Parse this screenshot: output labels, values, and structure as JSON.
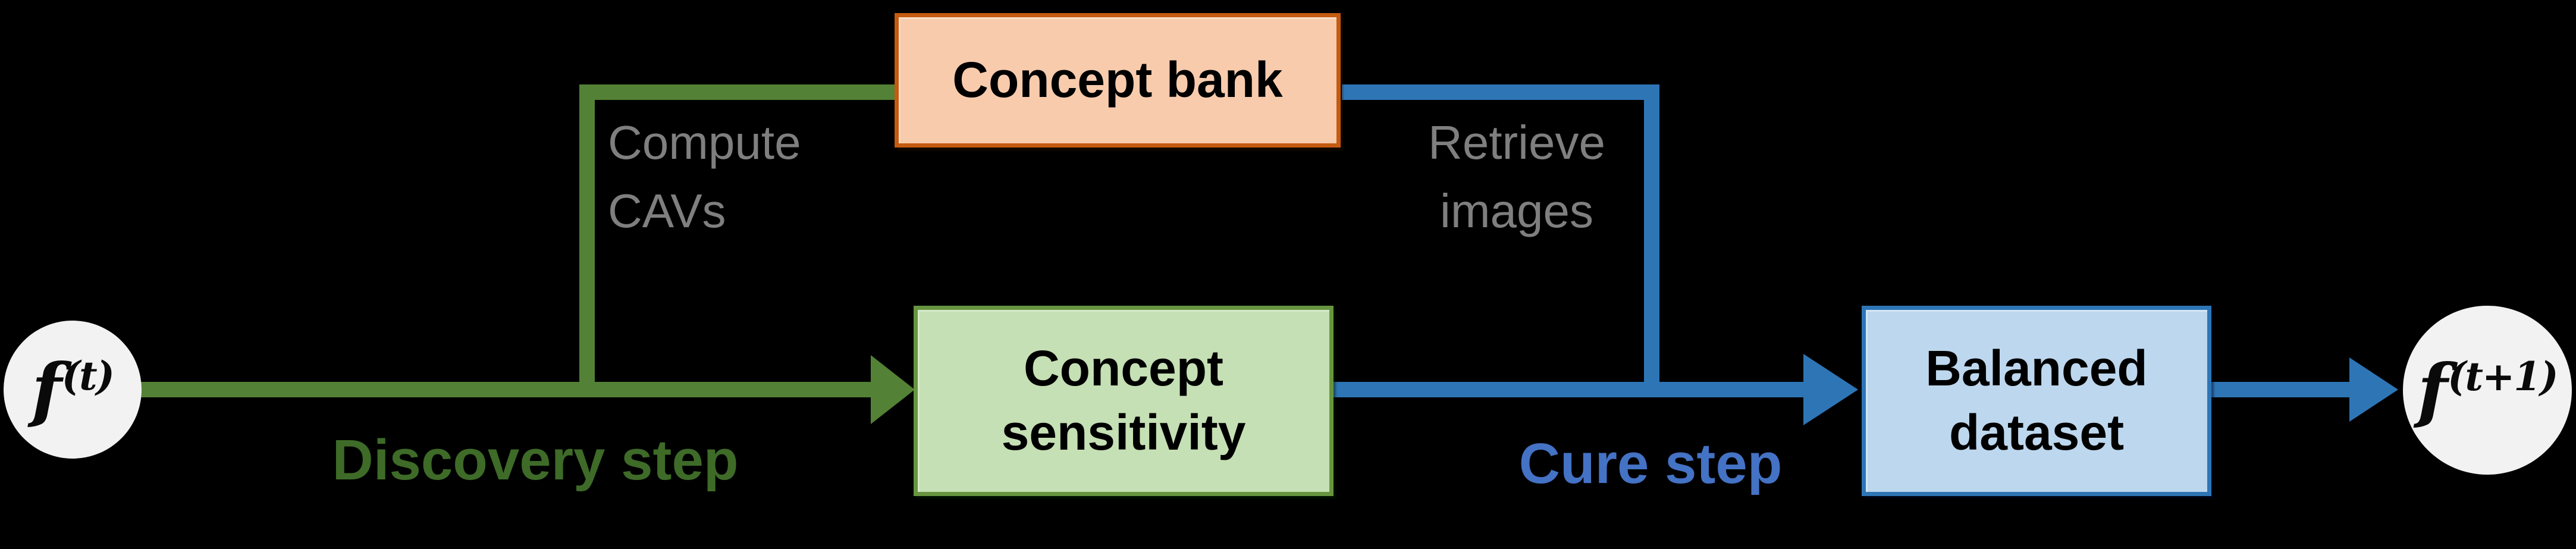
{
  "colors": {
    "background": "#000000",
    "green_line": "#538135",
    "green_text": "#3E6B28",
    "green_box_fill": "#C5E0B4",
    "green_box_border": "#67953F",
    "orange_fill": "#F8CBAD",
    "orange_border": "#C55A11",
    "blue_line": "#2E75B6",
    "blue_text": "#4472C4",
    "blue_box_fill": "#BDD7EE",
    "blue_box_border": "#2E75B6",
    "gray_text": "#7F7F7F",
    "node_fill": "#F2F2F2",
    "node_text": "#0A0A0A",
    "box_text": "#000000"
  },
  "nodes": {
    "input": {
      "base": "f",
      "sup": "(t)"
    },
    "output": {
      "base": "f",
      "sup": "(t+1)"
    }
  },
  "boxes": {
    "concept_bank": {
      "label": "Concept bank"
    },
    "concept_sensitivity": {
      "lines": [
        "Concept",
        "sensitivity"
      ]
    },
    "balanced_dataset": {
      "lines": [
        "Balanced",
        "dataset"
      ]
    }
  },
  "edge_labels": {
    "compute_cavs": {
      "lines": [
        "Compute",
        "CAVs"
      ]
    },
    "retrieve_images": {
      "lines": [
        "Retrieve",
        "images"
      ]
    },
    "discovery_step": "Discovery step",
    "cure_step": "Cure step"
  }
}
